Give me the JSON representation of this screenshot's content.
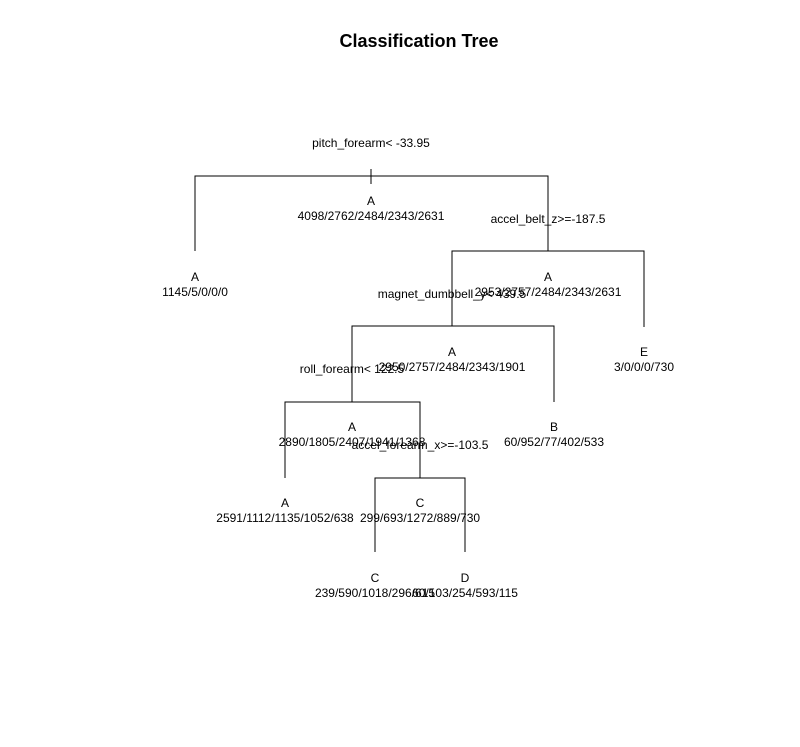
{
  "title": "Classification Tree",
  "tree": {
    "splits": [
      {
        "id": "s1",
        "label": "pitch_forearm< -33.95"
      },
      {
        "id": "s2",
        "label": "accel_belt_z>=-187.5"
      },
      {
        "id": "s3",
        "label": "magnet_dumbbell_y< 439.5"
      },
      {
        "id": "s4",
        "label": "roll_forearm< 122.5"
      },
      {
        "id": "s5",
        "label": "accel_forearm_x>=-103.5"
      }
    ],
    "nodes": [
      {
        "id": "n1",
        "class": "A",
        "counts": "4098/2762/2484/2343/2631"
      },
      {
        "id": "n2",
        "class": "A",
        "counts": "1145/5/0/0/0"
      },
      {
        "id": "n3",
        "class": "A",
        "counts": "2953/2757/2484/2343/2631"
      },
      {
        "id": "n4",
        "class": "A",
        "counts": "2950/2757/2484/2343/1901"
      },
      {
        "id": "n5",
        "class": "E",
        "counts": "3/0/0/0/730"
      },
      {
        "id": "n6",
        "class": "A",
        "counts": "2890/1805/2407/1941/1368"
      },
      {
        "id": "n7",
        "class": "B",
        "counts": "60/952/77/402/533"
      },
      {
        "id": "n8",
        "class": "A",
        "counts": "2591/1112/1135/1052/638"
      },
      {
        "id": "n9",
        "class": "C",
        "counts": "299/693/1272/889/730"
      },
      {
        "id": "n10",
        "class": "C",
        "counts": "239/590/1018/296/615"
      },
      {
        "id": "n11",
        "class": "D",
        "counts": "60/103/254/593/115"
      }
    ]
  }
}
